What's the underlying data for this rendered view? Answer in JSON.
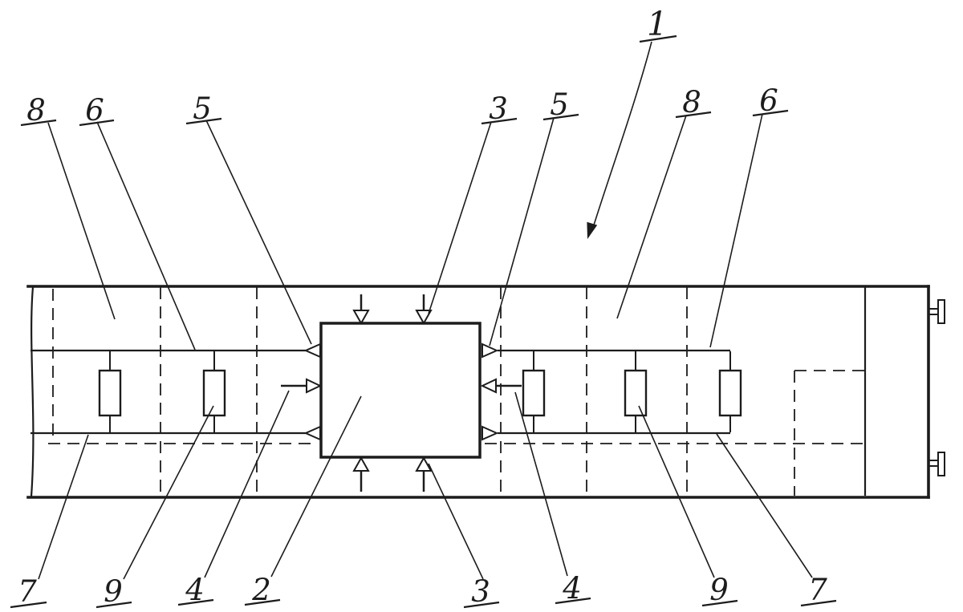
{
  "figure": {
    "background": "#ffffff",
    "line_color": "#1c1c1c"
  },
  "labels": {
    "ref1": {
      "text": "1"
    },
    "ref8L": {
      "text": "8"
    },
    "ref6L": {
      "text": "6"
    },
    "ref5L": {
      "text": "5"
    },
    "ref3T": {
      "text": "3"
    },
    "ref5R": {
      "text": "5"
    },
    "ref8R": {
      "text": "8"
    },
    "ref6R": {
      "text": "6"
    },
    "ref7L": {
      "text": "7"
    },
    "ref9L": {
      "text": "9"
    },
    "ref4L": {
      "text": "4"
    },
    "ref2": {
      "text": "2"
    },
    "ref3B": {
      "text": "3"
    },
    "ref4R": {
      "text": "4"
    },
    "ref9R": {
      "text": "9"
    },
    "ref7R": {
      "text": "7"
    }
  }
}
